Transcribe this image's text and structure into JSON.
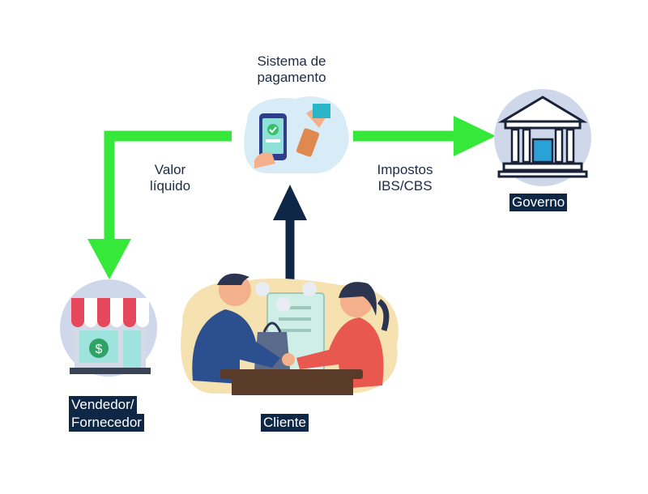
{
  "labels": {
    "payment_line1": "Sistema de",
    "payment_line2": "pagamento",
    "net_line1": "Valor",
    "net_line2": "líquido",
    "taxes_line1": "Impostos",
    "taxes_line2": "IBS/CBS"
  },
  "nodes": {
    "government": "Governo",
    "vendor_line1": "Vendedor/",
    "vendor_line2": "Fornecedor",
    "client": "Cliente"
  },
  "colors": {
    "arrow_green": "#35e83a",
    "arrow_navy": "#0f2747",
    "tag_bg": "#0f2747",
    "circle_bg": "#cfd8ea",
    "awning_red": "#e5485a"
  },
  "icons": {
    "payment": "phone-card-payment-icon",
    "government": "government-building-icon",
    "vendor": "storefront-icon",
    "client": "handshake-shopping-illustration"
  }
}
